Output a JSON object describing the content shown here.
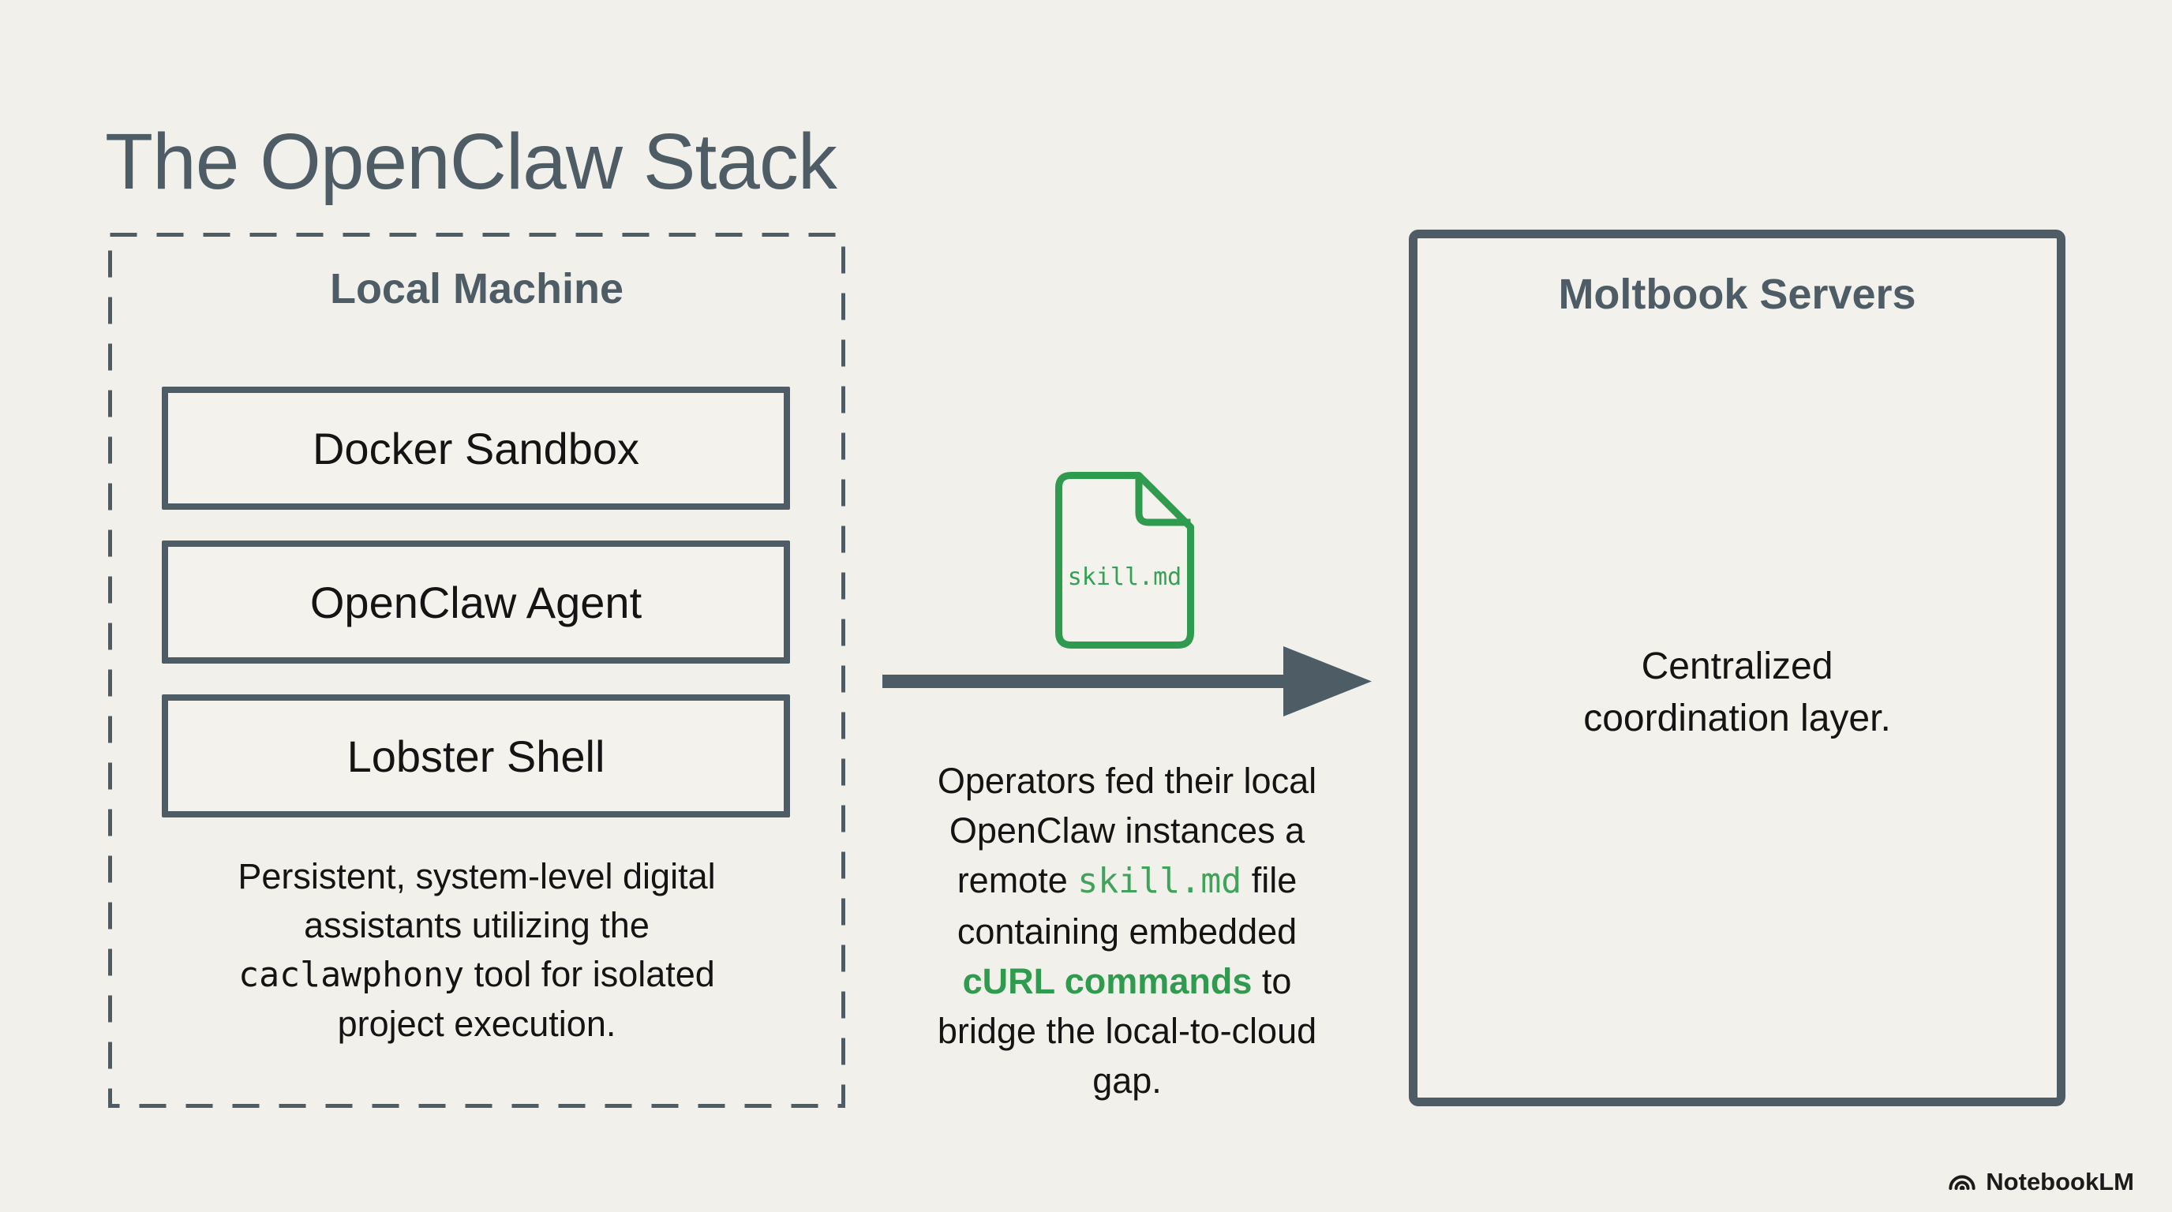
{
  "title": "The OpenClaw Stack",
  "colors": {
    "background": "#F2F0EA",
    "outline_slate": "#4E5C66",
    "accent_green": "#2E9B4E",
    "code_green": "#3FA35C",
    "text_black": "#141414"
  },
  "local_machine": {
    "label": "Local Machine",
    "boxes": [
      "Docker Sandbox",
      "OpenClaw Agent",
      "Lobster Shell"
    ],
    "description": {
      "part1": "Persistent, system-level digital assistants utilizing the ",
      "code": "caclawphony",
      "part2": " tool for isolated project execution."
    }
  },
  "transfer": {
    "file_label": "skill.md",
    "description": {
      "part1": "Operators fed their local OpenClaw instances a remote ",
      "code": "skill.md",
      "part2": " file containing embedded ",
      "strong": "cURL commands",
      "part3": " to bridge the local-to-cloud gap."
    }
  },
  "servers": {
    "label": "Moltbook Servers",
    "description": "Centralized coordination layer."
  },
  "watermark": "NotebookLM"
}
